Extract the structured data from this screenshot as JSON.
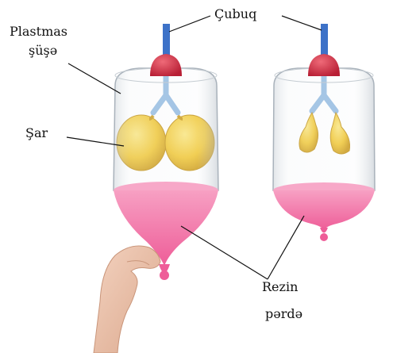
{
  "labels": {
    "rod": "Çubuq",
    "bottle_line1": "Plastmas",
    "bottle_line2": "şüşə",
    "balloon": "Şar",
    "membrane_line1": "Rezin",
    "membrane_line2": "pərdə"
  },
  "colors": {
    "rod": "#3d72c8",
    "stopper": "#d63448",
    "tube": "#8fb8e0",
    "balloon": "#f2c52a",
    "membrane": "#f06aa0",
    "glass_edge": "#a9b2bb"
  },
  "models": [
    {
      "name": "left",
      "state": "inflated (membrane pulled down)"
    },
    {
      "name": "right",
      "state": "deflated (membrane relaxed)"
    }
  ]
}
